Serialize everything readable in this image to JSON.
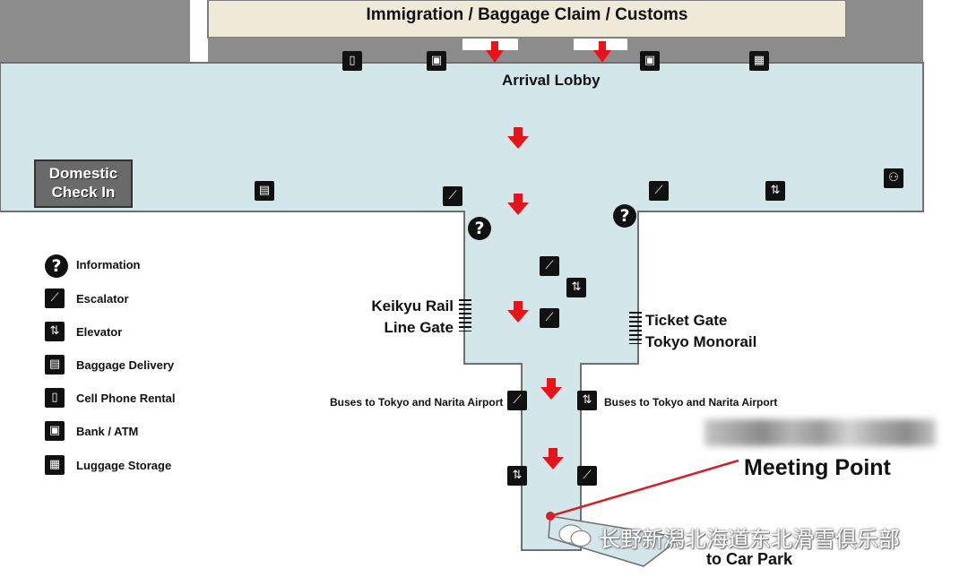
{
  "map": {
    "colors": {
      "floor": "#d3e6ea",
      "wall": "#7f7f7f",
      "restricted": "#efe9d8",
      "arrow": "#e5141b",
      "icon": "#111111",
      "route_line": "#d31f27"
    },
    "areas": {
      "immigration": "Immigration / Baggage Claim / Customs",
      "arrival_lobby": "Arrival Lobby",
      "domestic_checkin": "Domestic\nCheck In"
    },
    "gates": {
      "keikyu": "Keikyu Rail\nLine Gate",
      "monorail": "Ticket Gate\nTokyo Monorail"
    },
    "buses_left": "Buses to Tokyo and Narita Airport",
    "buses_right": "Buses to Tokyo and Narita Airport",
    "meeting_point": "Meeting Point",
    "car_park": "to Car Park"
  },
  "legend": [
    {
      "icon": "info-icon",
      "label": "Information"
    },
    {
      "icon": "escalator-icon",
      "label": "Escalator"
    },
    {
      "icon": "elevator-icon",
      "label": "Elevator"
    },
    {
      "icon": "baggage-delivery-icon",
      "label": "Baggage Delivery"
    },
    {
      "icon": "cell-phone-icon",
      "label": "Cell Phone Rental"
    },
    {
      "icon": "bank-atm-icon",
      "label": "Bank / ATM"
    },
    {
      "icon": "luggage-storage-icon",
      "label": "Luggage Storage"
    }
  ],
  "watermark": "长野新潟北海道东北滑雪俱乐部"
}
